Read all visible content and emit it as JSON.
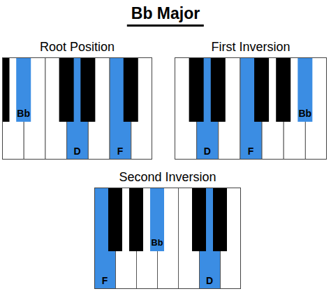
{
  "diagram": {
    "title": "Bb Major",
    "nodes": [
      {
        "text": [
          "Root Position"
        ]
      },
      {
        "text": [
          "Bb"
        ],
        "in": 0
      },
      {
        "text": [
          "D"
        ],
        "in": 0
      },
      {
        "text": [
          "F"
        ],
        "in": 0
      },
      {
        "text": [
          "First Inversion"
        ]
      },
      {
        "text": [
          "D"
        ],
        "in": 4
      },
      {
        "text": [
          "F"
        ],
        "in": 4
      },
      {
        "text": [
          "Bb"
        ],
        "in": 4
      },
      {
        "text": [
          "Second Inversion"
        ]
      },
      {
        "text": [
          "F"
        ],
        "in": 8
      },
      {
        "text": [
          "Bb"
        ],
        "in": 8
      },
      {
        "text": [
          "D"
        ],
        "in": 8
      }
    ]
  }
}
